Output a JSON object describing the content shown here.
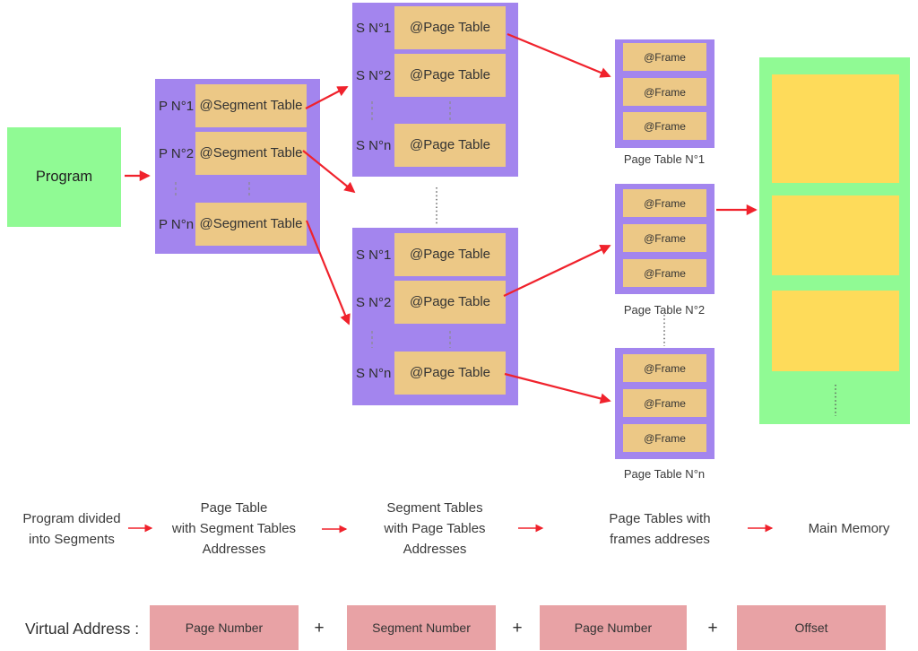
{
  "colors": {
    "purple": "#a385ee",
    "tan": "#ecc886",
    "green": "#90fa94",
    "yellow": "#fedb5a",
    "pink": "#e8a2a5",
    "red": "#f0222c",
    "text": "#3d3d3d"
  },
  "program": {
    "label": "Program"
  },
  "process_table": {
    "rows": [
      {
        "label": "P N°1",
        "value": "@Segment Table"
      },
      {
        "label": "P N°2",
        "value": "@Segment Table"
      },
      {
        "label": "P N°n",
        "value": "@Segment Table"
      }
    ]
  },
  "segment_table_top": {
    "rows": [
      {
        "label": "S N°1",
        "value": "@Page Table"
      },
      {
        "label": "S N°2",
        "value": "@Page Table"
      },
      {
        "label": "S N°n",
        "value": "@Page Table"
      }
    ]
  },
  "segment_table_bottom": {
    "rows": [
      {
        "label": "S N°1",
        "value": "@Page Table"
      },
      {
        "label": "S N°2",
        "value": "@Page Table"
      },
      {
        "label": "S N°n",
        "value": "@Page Table"
      }
    ]
  },
  "page_table_1": {
    "caption": "Page Table N°1",
    "rows": [
      "@Frame",
      "@Frame",
      "@Frame"
    ]
  },
  "page_table_2": {
    "caption": "Page Table N°2",
    "rows": [
      "@Frame",
      "@Frame",
      "@Frame"
    ]
  },
  "page_table_n": {
    "caption": "Page Table N°n",
    "rows": [
      "@Frame",
      "@Frame",
      "@Frame"
    ]
  },
  "flow": {
    "steps": [
      {
        "lines": [
          "Program divided",
          "into Segments"
        ]
      },
      {
        "lines": [
          "Page Table",
          "with Segment Tables",
          "Addresses"
        ]
      },
      {
        "lines": [
          "Segment Tables",
          "with Page Tables",
          "Addresses"
        ]
      },
      {
        "lines": [
          "Page Tables with",
          "frames addreses"
        ]
      },
      {
        "lines": [
          "Main Memory"
        ]
      }
    ]
  },
  "virtual_address": {
    "label": "Virtual Address :",
    "plus": "+",
    "parts": [
      "Page Number",
      "Segment Number",
      "Page Number",
      "Offset"
    ]
  }
}
